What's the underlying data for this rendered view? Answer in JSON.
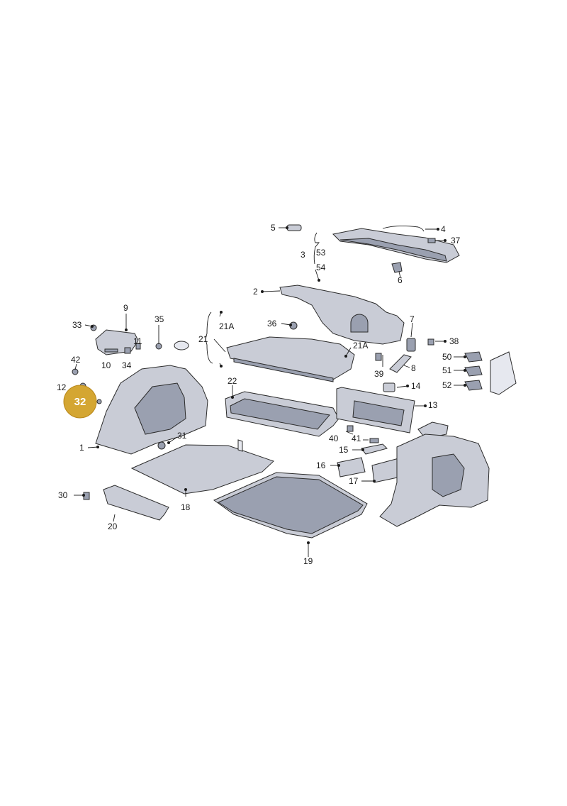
{
  "diagram": {
    "labels": {
      "p1": "1",
      "p2": "2",
      "p3": "3",
      "p4": "4",
      "p5": "5",
      "p6": "6",
      "p7": "7",
      "p8": "8",
      "p9": "9",
      "p10": "10",
      "p11": "11",
      "p12": "12",
      "p13": "13",
      "p14": "14",
      "p15": "15",
      "p16": "16",
      "p17": "17",
      "p18": "18",
      "p19": "19",
      "p20": "20",
      "p21": "21",
      "p21a_top": "21A",
      "p21a_right": "21A",
      "p22": "22",
      "p30": "30",
      "p31": "31",
      "p32": "32",
      "p33": "33",
      "p34": "34",
      "p35": "35",
      "p36": "36",
      "p37": "37",
      "p38": "38",
      "p39": "39",
      "p40": "40",
      "p41": "41",
      "p42": "42",
      "p50": "50",
      "p51": "51",
      "p52": "52",
      "p53": "53",
      "p54": "54"
    },
    "highlight": {
      "label": "32",
      "color": "#d4a632"
    },
    "colors": {
      "part": "#c9ccd6",
      "part_dark": "#9aa0b0",
      "outline": "#2b2b2b"
    }
  }
}
